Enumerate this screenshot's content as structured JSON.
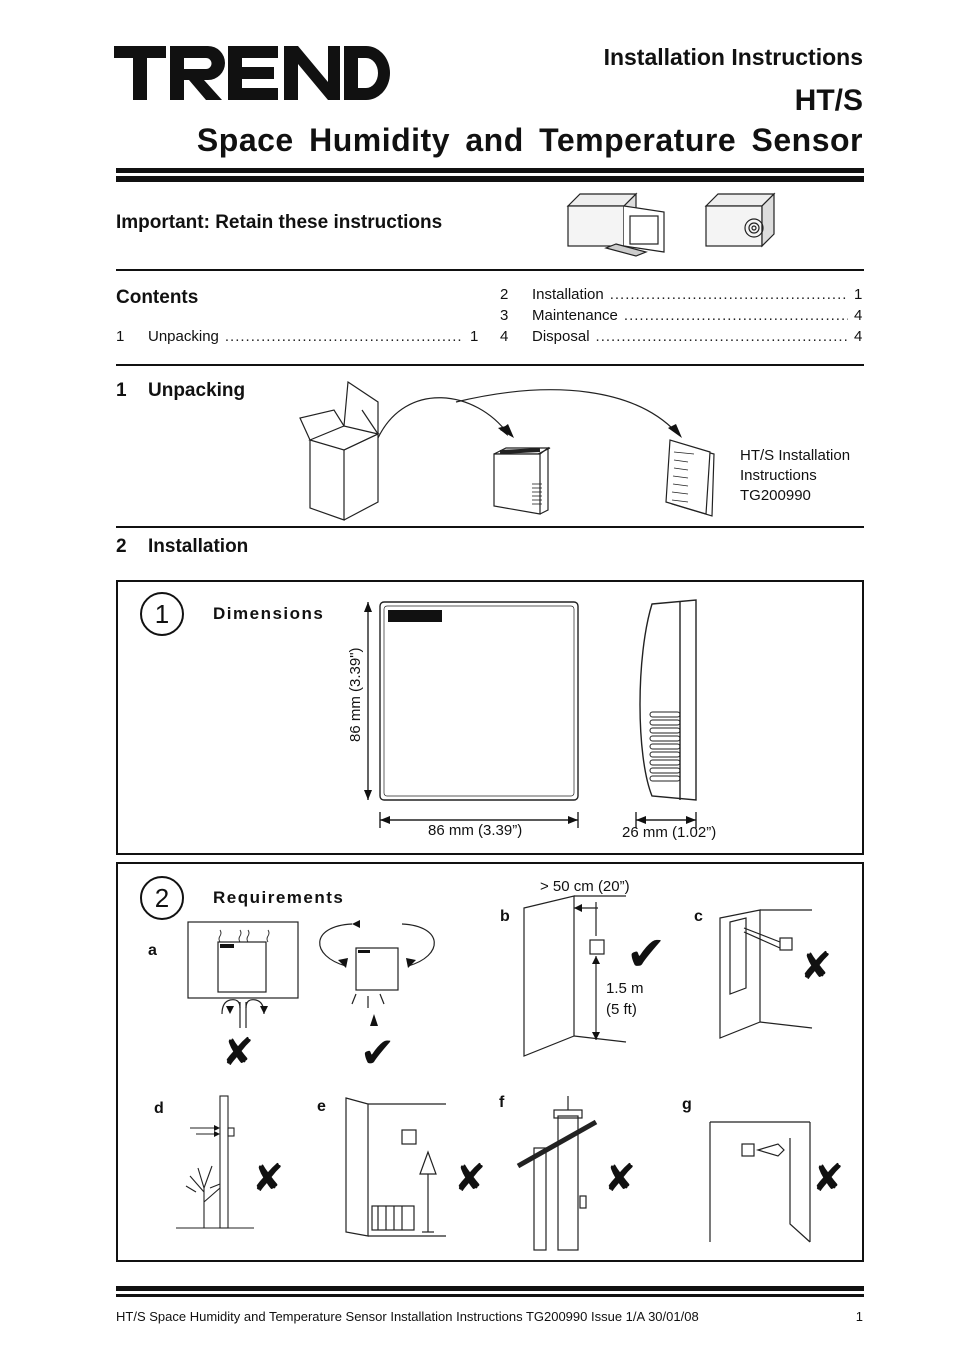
{
  "header": {
    "logo_text": "TREND",
    "kicker": "Installation Instructions",
    "model": "HT/S",
    "title": "Space Humidity and Temperature Sensor"
  },
  "important": "Important: Retain these instructions",
  "contents": {
    "title": "Contents",
    "items": [
      {
        "num": "1",
        "label": "Unpacking",
        "page": "1"
      },
      {
        "num": "2",
        "label": "Installation",
        "page": "1"
      },
      {
        "num": "3",
        "label": "Maintenance",
        "page": "4"
      },
      {
        "num": "4",
        "label": "Disposal",
        "page": "4"
      }
    ]
  },
  "unpacking": {
    "num": "1",
    "title": "Unpacking",
    "doc_caption": [
      "HT/S Installation",
      "Instructions",
      "TG200990"
    ]
  },
  "installation": {
    "num": "2",
    "title": "Installation"
  },
  "step1": {
    "num": "1",
    "label": "Dimensions",
    "height_dim": "86 mm (3.39\")",
    "width_dim": "86 mm (3.39”)",
    "depth_dim": "26 mm (1.02”)"
  },
  "step2": {
    "num": "2",
    "label": "Requirements",
    "letters": [
      "a",
      "b",
      "c",
      "d",
      "e",
      "f",
      "g"
    ],
    "distance_label": "> 50 cm (20”)",
    "height_label": [
      "1.5 m",
      "(5  ft)"
    ]
  },
  "footer": {
    "text": "HT/S Space Humidity and Temperature Sensor Installation Instructions TG200990 Issue 1/A 30/01/08",
    "page": "1"
  }
}
